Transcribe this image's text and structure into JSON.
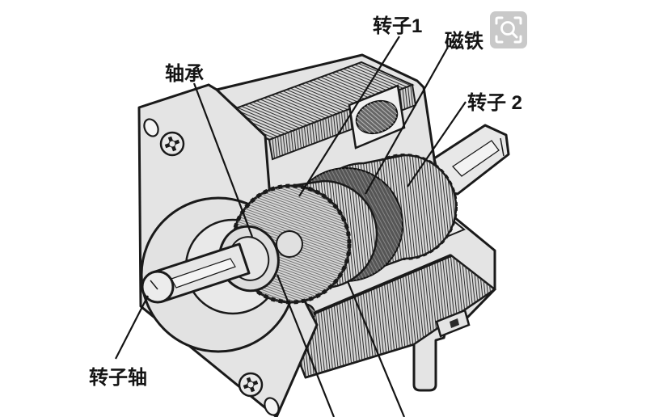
{
  "diagram": {
    "type": "technical-illustration",
    "subject": "stepper-motor-cutaway",
    "background": "#ffffff",
    "colors": {
      "body_fill": "#e4e4e4",
      "body_fill_light": "#efefef",
      "outline": "#1a1a1a",
      "hatch": "#2a2a2a",
      "coil_fill": "#666666",
      "magnet_fill": "#555555",
      "label_color": "#141414",
      "icon_bg": "#c9c9c9",
      "icon_glyph": "#ffffff"
    },
    "labels": {
      "rotor1": {
        "text": "转子1"
      },
      "magnet": {
        "text": "磁铁"
      },
      "bearing": {
        "text": "轴承"
      },
      "rotor2": {
        "text": "转子 2"
      },
      "rotor_shaft": {
        "text": "转子轴"
      }
    },
    "parts": [
      "front-plate",
      "mounting-screws",
      "mounting-holes",
      "front-shaft",
      "bearing-hub",
      "rotor-1",
      "magnet",
      "rotor-2",
      "rear-shaft",
      "stator-winding-top",
      "stator-winding-bottom",
      "terminal-leg",
      "connector-block"
    ],
    "icon": {
      "name": "zoom-preview-icon"
    }
  }
}
